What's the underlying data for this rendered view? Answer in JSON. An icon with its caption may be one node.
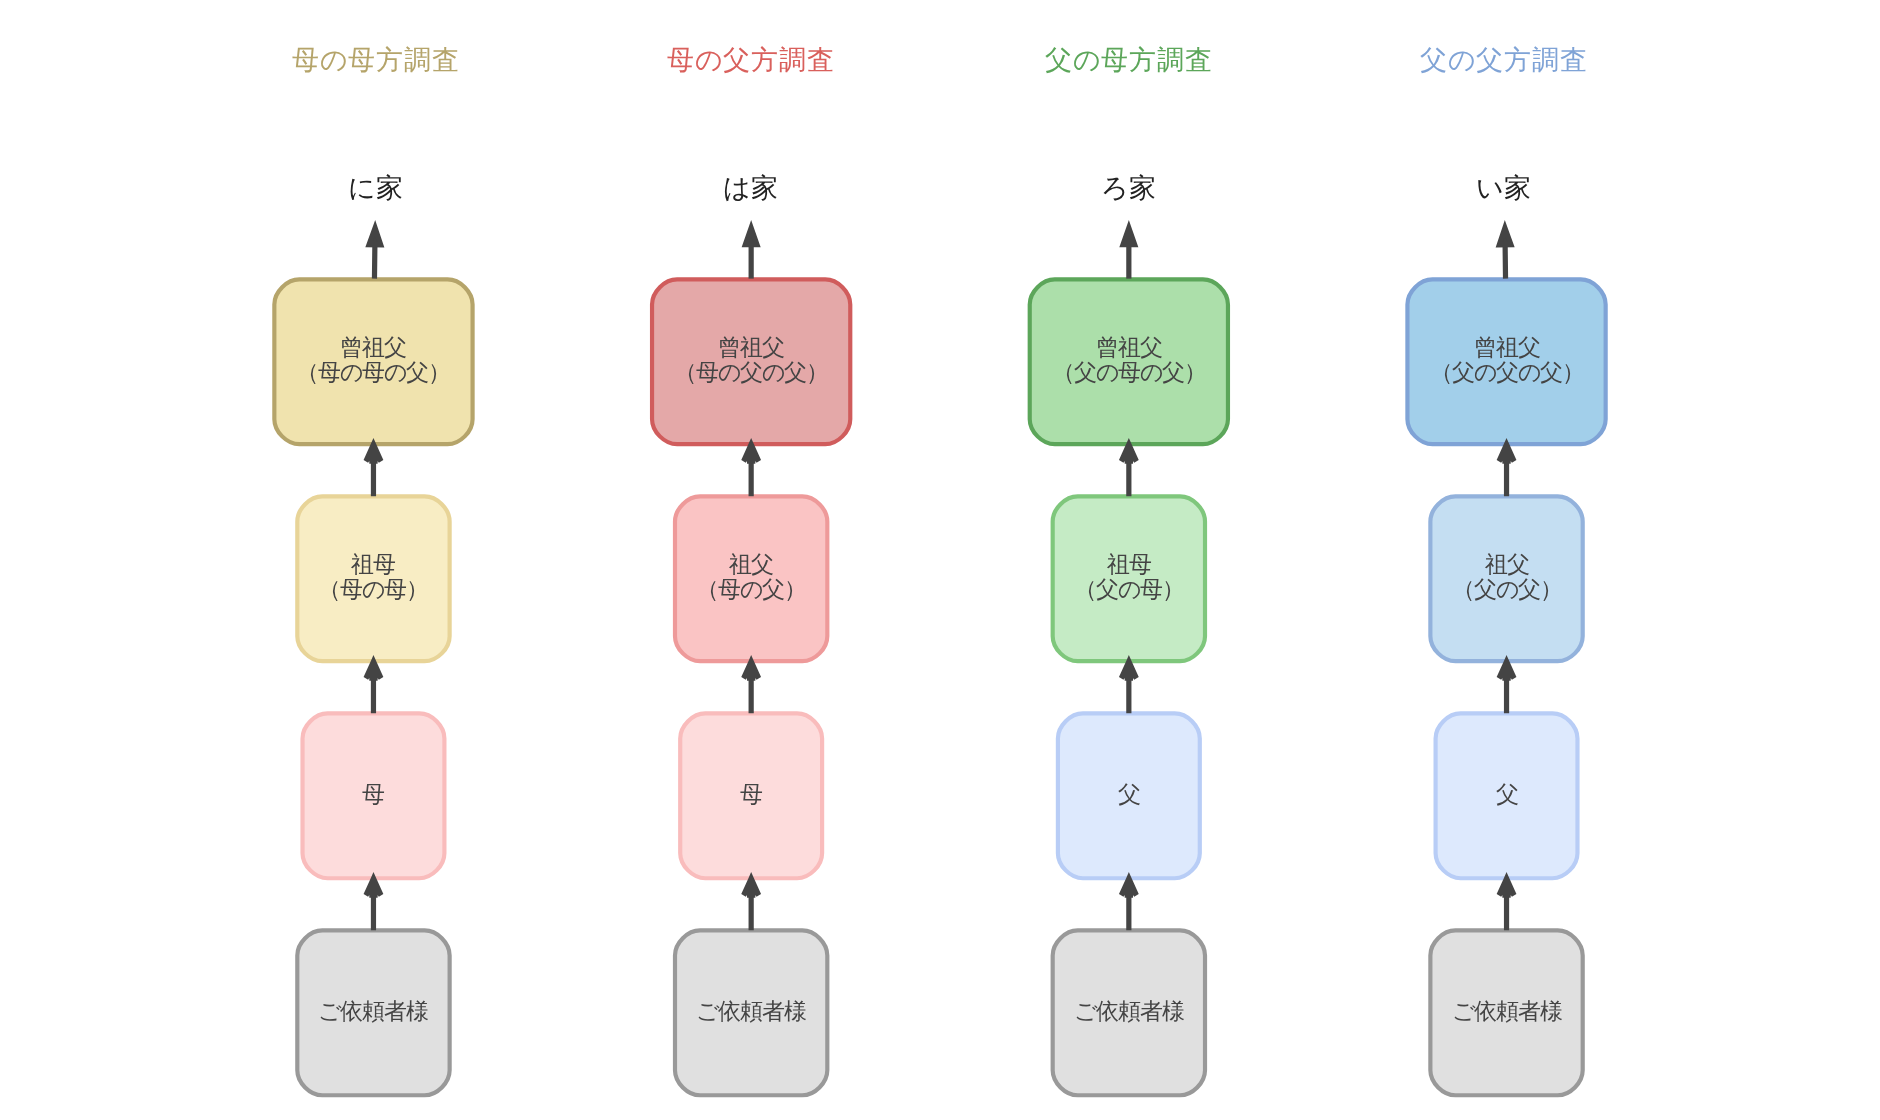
{
  "diagram": {
    "nodes": [
      {
        "text": [
          "に家"
        ]
      },
      {
        "text": [
          "曾祖父",
          "（母の母の父）"
        ]
      },
      {
        "text": [
          "祖母",
          "（母の母）"
        ]
      },
      {
        "text": [
          "母"
        ]
      },
      {
        "text": [
          "ご依頼者様"
        ]
      },
      {
        "text": [
          "は家"
        ]
      },
      {
        "text": [
          "曾祖父",
          "（母の父の父）"
        ]
      },
      {
        "text": [
          "祖父",
          "（母の父）"
        ]
      },
      {
        "text": [
          "母"
        ]
      },
      {
        "text": [
          "ご依頼者様"
        ]
      },
      {
        "text": [
          "ろ家"
        ]
      },
      {
        "text": [
          "曾祖父",
          "（父の母の父）"
        ]
      },
      {
        "text": [
          "祖母",
          "（父の母）"
        ]
      },
      {
        "text": [
          "父"
        ]
      },
      {
        "text": [
          "ご依頼者様"
        ]
      },
      {
        "text": [
          "い家"
        ]
      },
      {
        "text": [
          "曾祖父",
          "（父の父の父）"
        ]
      },
      {
        "text": [
          "祖父",
          "（父の父）"
        ]
      },
      {
        "text": [
          "父"
        ]
      },
      {
        "text": [
          "ご依頼者様"
        ]
      }
    ],
    "edges": [
      {
        "from": 4,
        "to": 3,
        "arrow": "to"
      },
      {
        "from": 3,
        "to": 2,
        "arrow": "to"
      },
      {
        "from": 2,
        "to": 1,
        "arrow": "to"
      },
      {
        "from": 1,
        "to": 0,
        "arrow": "to"
      },
      {
        "from": 9,
        "to": 8,
        "arrow": "to"
      },
      {
        "from": 8,
        "to": 7,
        "arrow": "to"
      },
      {
        "from": 7,
        "to": 6,
        "arrow": "to"
      },
      {
        "from": 6,
        "to": 5,
        "arrow": "to"
      },
      {
        "from": 14,
        "to": 13,
        "arrow": "to"
      },
      {
        "from": 13,
        "to": 12,
        "arrow": "to"
      },
      {
        "from": 12,
        "to": 11,
        "arrow": "to"
      },
      {
        "from": 11,
        "to": 10,
        "arrow": "to"
      },
      {
        "from": 19,
        "to": 18,
        "arrow": "to"
      },
      {
        "from": 18,
        "to": 17,
        "arrow": "to"
      },
      {
        "from": 17,
        "to": 16,
        "arrow": "to"
      },
      {
        "from": 16,
        "to": 15,
        "arrow": "to"
      }
    ],
    "labels": [
      "母の母方調査",
      "母の父方調査",
      "父の母方調査",
      "父の父方調査"
    ]
  }
}
